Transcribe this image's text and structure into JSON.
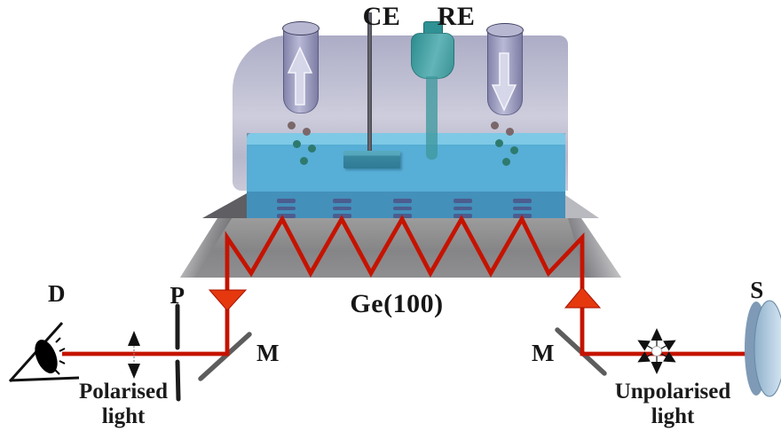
{
  "figure": {
    "labels": {
      "counter_electrode": "CE",
      "reference_electrode": "RE",
      "detector": "D",
      "polarizer": "P",
      "mirror_left": "M",
      "mirror_right": "M",
      "crystal": "Ge(100)",
      "source": "S"
    },
    "captions": {
      "polarised_line1": "Polarised",
      "polarised_line2": "light",
      "unpolarised_line1": "Unpolarised",
      "unpolarised_line2": "light"
    },
    "colors": {
      "beam_red": "#c51300",
      "coupling_arrow_red": "#e5380f",
      "liquid_blue": "#57aed6",
      "liquid_deep_blue": "#4390bb",
      "liquid_surface_blue": "#7ec9e6",
      "cell_lavender": "#bcbcd0",
      "tube_purple": "#9a9ac0",
      "electrode_teal": "#3a9193",
      "prism_gray": "#8e8e90",
      "dash_navy": "#4d588a",
      "mirror_gray": "#5d5d5d"
    }
  }
}
